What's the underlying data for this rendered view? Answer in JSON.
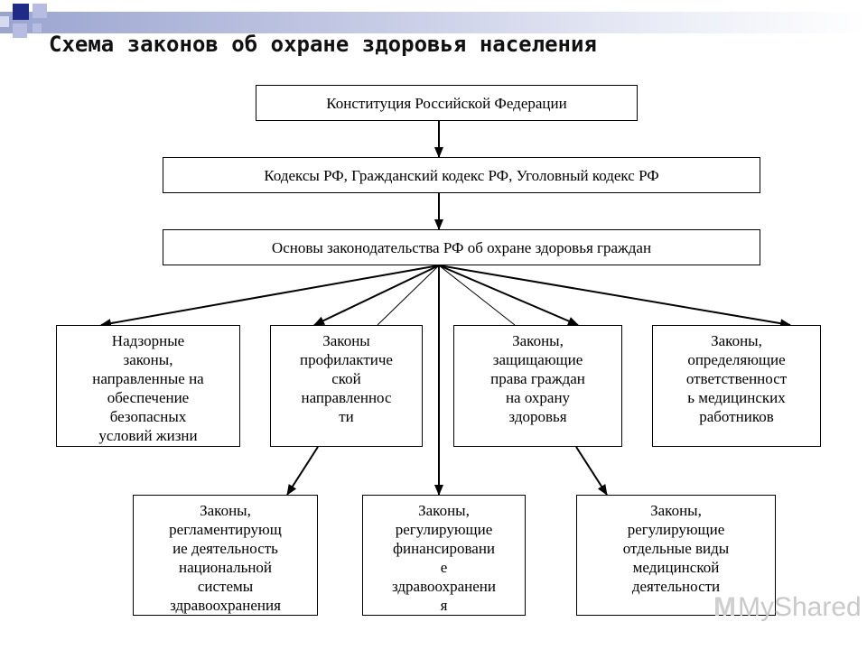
{
  "title": "Схема законов об охране здоровья населения",
  "boxes": {
    "constitution": "Конституция Российской Федерации",
    "codes": "Кодексы РФ, Гражданский кодекс РФ, Уголовный кодекс РФ",
    "fundamentals": "Основы законодательства РФ об охране здоровья граждан",
    "supervisory": [
      "Надзорные",
      "законы,",
      "направленные на",
      "обеспечение",
      "безопасных",
      "условий жизни"
    ],
    "preventive": [
      "Законы",
      "профилактиче",
      "ской",
      "направленнос",
      "ти"
    ],
    "rights": [
      "Законы,",
      "защищающие",
      "права граждан",
      "на охрану",
      "здоровья"
    ],
    "responsibility": [
      "Законы,",
      "определяющие",
      "ответственност",
      "ь медицинских",
      "работников"
    ],
    "national_system": [
      "Законы,",
      "регламентирующ",
      "ие деятельность",
      "национальной",
      "системы",
      "здравоохранения"
    ],
    "financing": [
      "Законы,",
      "регулирующие",
      "финансировани",
      "е",
      "здравоохранени",
      "я"
    ],
    "medical_activity": [
      "Законы,",
      "регулирующие",
      "отдельные виды",
      "медицинской",
      "деятельности"
    ]
  },
  "watermark": {
    "logo": "M",
    "text": "MyShared"
  },
  "colors": {
    "accent_dark": "#1f2b86",
    "accent_light": "#b7bde0"
  }
}
